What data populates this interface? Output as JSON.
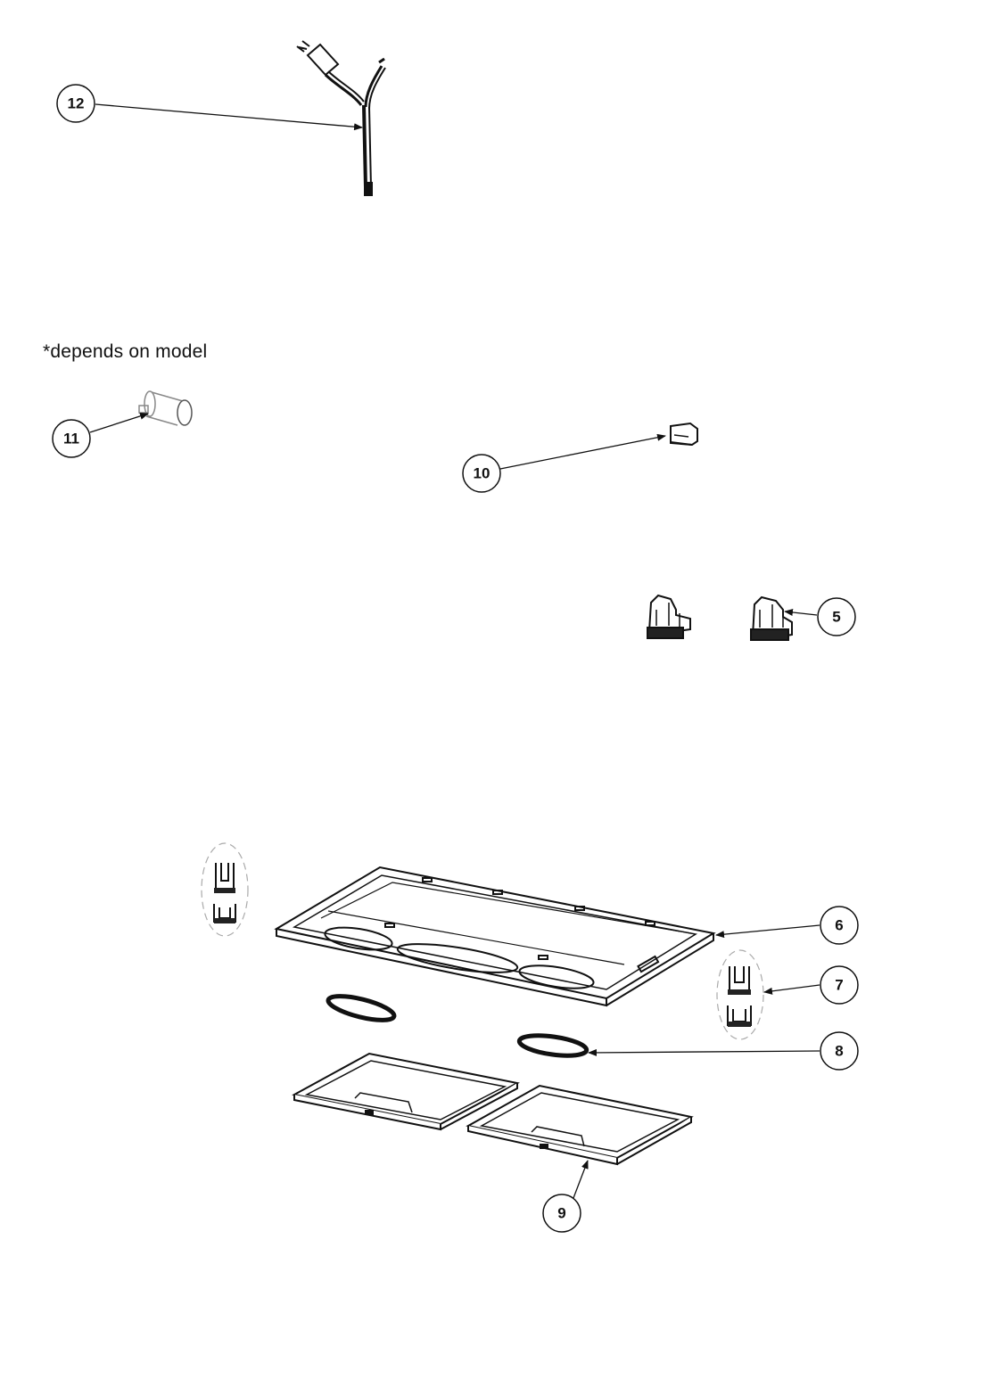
{
  "note": "*depends on model",
  "callouts": [
    {
      "id": "12",
      "label": "12"
    },
    {
      "id": "11",
      "label": "11"
    },
    {
      "id": "10",
      "label": "10"
    },
    {
      "id": "5",
      "label": "5"
    },
    {
      "id": "6",
      "label": "6"
    },
    {
      "id": "7",
      "label": "7"
    },
    {
      "id": "8",
      "label": "8"
    },
    {
      "id": "9",
      "label": "9"
    }
  ]
}
